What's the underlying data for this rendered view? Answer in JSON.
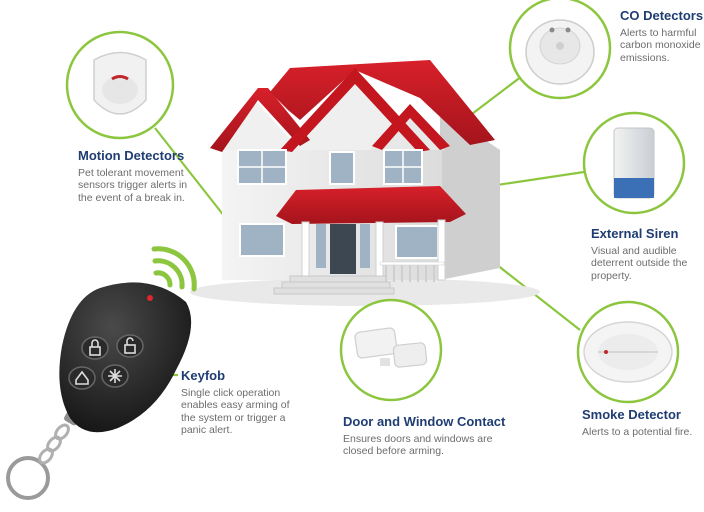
{
  "accent_color": "#8cc63f",
  "title_color": "#1f3d73",
  "callouts": {
    "motion": {
      "title": "Motion Detectors",
      "desc": "Pet tolerant movement sensors trigger alerts in the event of a break in.",
      "icon": "motion-detector-icon"
    },
    "co": {
      "title": "CO Detectors",
      "desc": "Alerts to harmful carbon monoxide emissions.",
      "icon": "co-detector-icon"
    },
    "siren": {
      "title": "External Siren",
      "desc": "Visual and audible deterrent outside the property.",
      "icon": "siren-icon"
    },
    "keyfob": {
      "title": "Keyfob",
      "desc": "Single click operation enables easy arming of the system or trigger a panic alert.",
      "icon": "keyfob-icon"
    },
    "door": {
      "title": "Door and Window Contact",
      "desc": "Ensures doors and windows are closed before arming.",
      "icon": "door-contact-icon"
    },
    "smoke": {
      "title": "Smoke Detector",
      "desc": "Alerts to a potential fire.",
      "icon": "smoke-detector-icon"
    }
  }
}
